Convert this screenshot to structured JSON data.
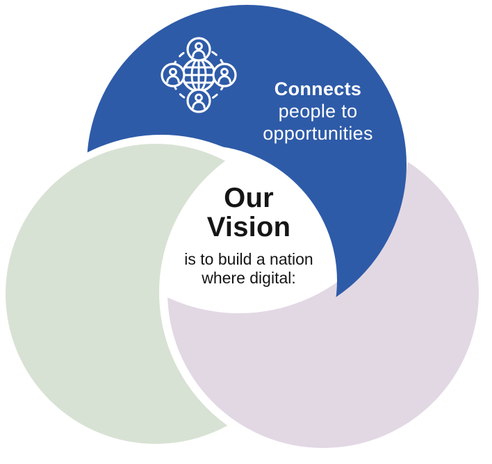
{
  "diagram": {
    "background_color": "#ffffff",
    "gap_color": "#ffffff",
    "top_circle": {
      "color": "#2e5ba8",
      "text_color": "#ffffff",
      "title": "Connects",
      "line2": "people to",
      "line3": "opportunities",
      "icon": "global-community-icon"
    },
    "left_circle": {
      "color": "#d8e2d4"
    },
    "right_circle": {
      "color": "#e2d8e4"
    },
    "center": {
      "text_color": "#151515",
      "title_line1": "Our",
      "title_line2": "Vision",
      "subtitle_line1": "is to build a nation",
      "subtitle_line2": "where digital:"
    },
    "icon": {
      "stroke_color": "#ffffff"
    }
  }
}
